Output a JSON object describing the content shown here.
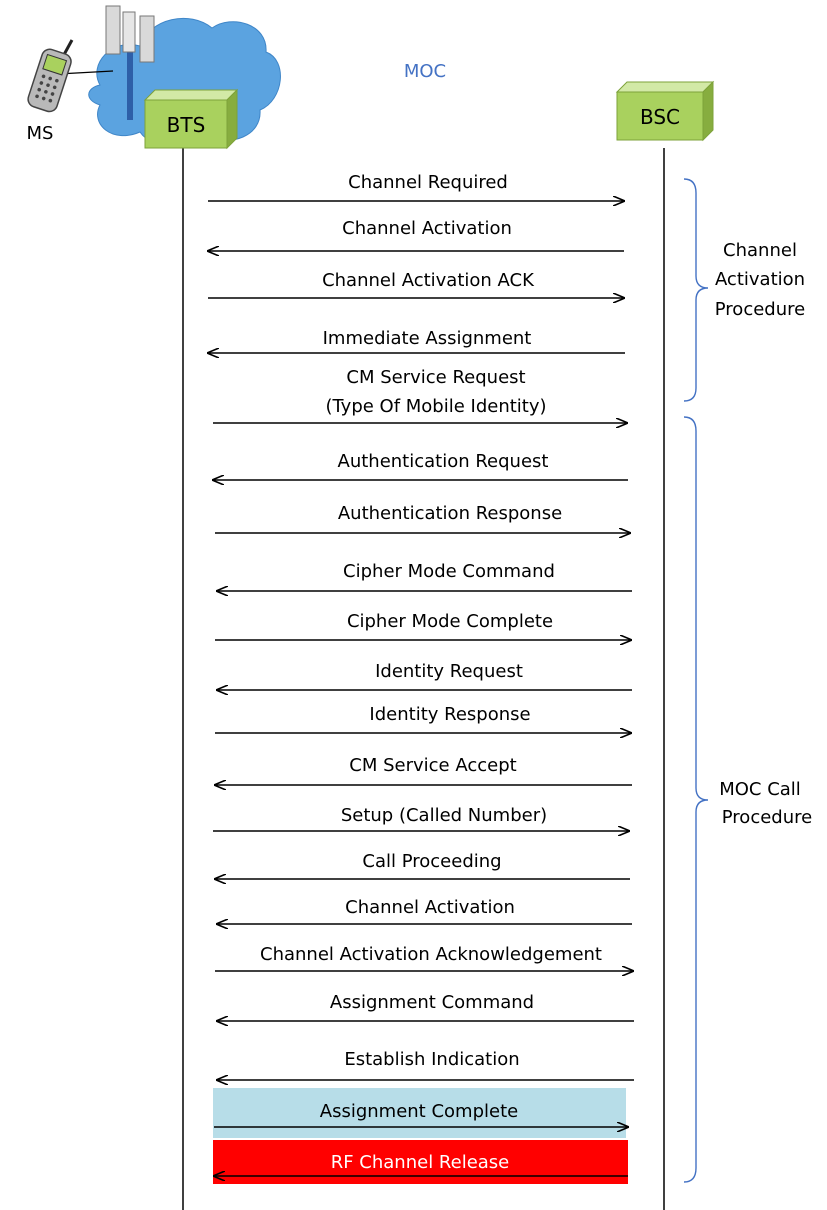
{
  "title": "MOC",
  "colors": {
    "title": "#4472C4",
    "node_box": "#A9D15E",
    "cloud": "#5BA3E0",
    "highlight_assignment_complete": "#B7DDE8",
    "highlight_rf_release": "#FF0000"
  },
  "icons": {
    "ms": "mobile-phone-icon",
    "antenna": "antenna-tower-icon",
    "cloud": "cloud-icon"
  },
  "nodes": {
    "ms": "MS",
    "bts": "BTS",
    "bsc": "BSC"
  },
  "messages": [
    {
      "label": "Channel Required",
      "dir": "right"
    },
    {
      "label": "Channel Activation",
      "dir": "left"
    },
    {
      "label": "Channel Activation ACK",
      "dir": "right"
    },
    {
      "label": "Immediate Assignment",
      "dir": "left"
    },
    {
      "label": "CM Service Request",
      "label2": "(Type Of Mobile Identity)",
      "dir": "right"
    },
    {
      "label": "Authentication Request",
      "dir": "left"
    },
    {
      "label": "Authentication Response",
      "dir": "right"
    },
    {
      "label": "Cipher Mode Command",
      "dir": "left"
    },
    {
      "label": "Cipher Mode Complete",
      "dir": "right"
    },
    {
      "label": "Identity Request",
      "dir": "left"
    },
    {
      "label": "Identity Response",
      "dir": "right"
    },
    {
      "label": "CM Service Accept",
      "dir": "left"
    },
    {
      "label": "Setup (Called Number)",
      "dir": "right"
    },
    {
      "label": "Call Proceeding",
      "dir": "left"
    },
    {
      "label": "Channel Activation",
      "dir": "left"
    },
    {
      "label": "Channel Activation Acknowledgement",
      "dir": "right"
    },
    {
      "label": "Assignment Command",
      "dir": "left"
    },
    {
      "label": "Establish Indication",
      "dir": "left"
    },
    {
      "label": "Assignment Complete",
      "dir": "right",
      "highlight": "highlight_assignment_complete"
    },
    {
      "label": "RF Channel Release",
      "dir": "left",
      "highlight": "highlight_rf_release"
    }
  ],
  "procedures": [
    {
      "lines": [
        "Channel",
        "Activation",
        "Procedure"
      ]
    },
    {
      "lines": [
        "MOC Call",
        "Procedure"
      ]
    }
  ]
}
